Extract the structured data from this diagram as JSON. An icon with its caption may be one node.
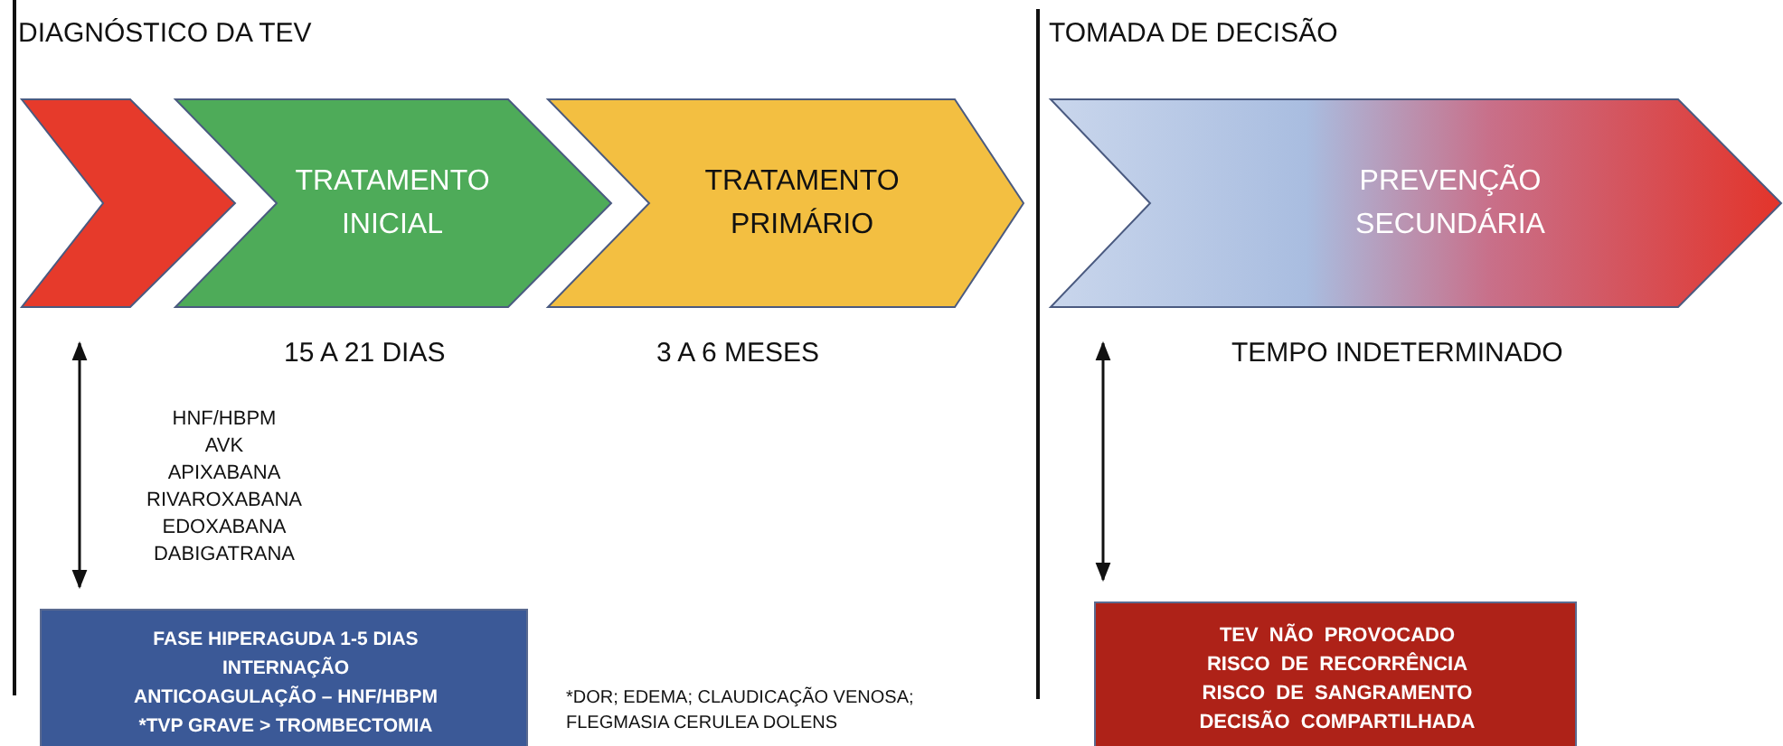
{
  "diagram": {
    "nodes": [
      {
        "text": [],
        "shape": "chevron"
      },
      {
        "text": [
          "TRATAMENTO INICIAL"
        ],
        "beside": [
          "15 A 21 DIAS"
        ]
      },
      {
        "text": [
          "TRATAMENTO PRIMÁRIO"
        ],
        "beside": [
          "3 A 6 MESES"
        ]
      },
      {
        "text": [
          "PREVENÇÃO SECUNDÁRIA"
        ],
        "beside": [
          "TEMPO INDETERMINADO"
        ]
      },
      {
        "text": [
          "FASE HIPERAGUDA 1-5 DIAS INTERNAÇÃO ANTICOAGULAÇÃO – HNF/HBPM *TVP GRAVE > TROMBECTOMIA"
        ]
      },
      {
        "text": [
          "TEV NÃO PROVOCADO RISCO DE RECORRÊNCIA RISCO DE SANGRAMENTO DECISÃO COMPARTILHADA"
        ]
      }
    ],
    "edges": [
      {
        "from": 0,
        "to": 4,
        "arrow": "both"
      },
      {
        "from": 3,
        "to": 5,
        "arrow": "both"
      }
    ],
    "labels": [
      "DIAGNÓSTICO DA TEV",
      "TOMADA DE DECISÃO",
      "HNF/HBPM",
      "AVK",
      "APIXABANA",
      "RIVAROXABANA",
      "EDOXABANA",
      "DABIGATRANA",
      "*DOR; EDEMA; CLAUDICAÇÃO VENOSA; FLEGMASIA CERULEA DOLENS"
    ]
  }
}
